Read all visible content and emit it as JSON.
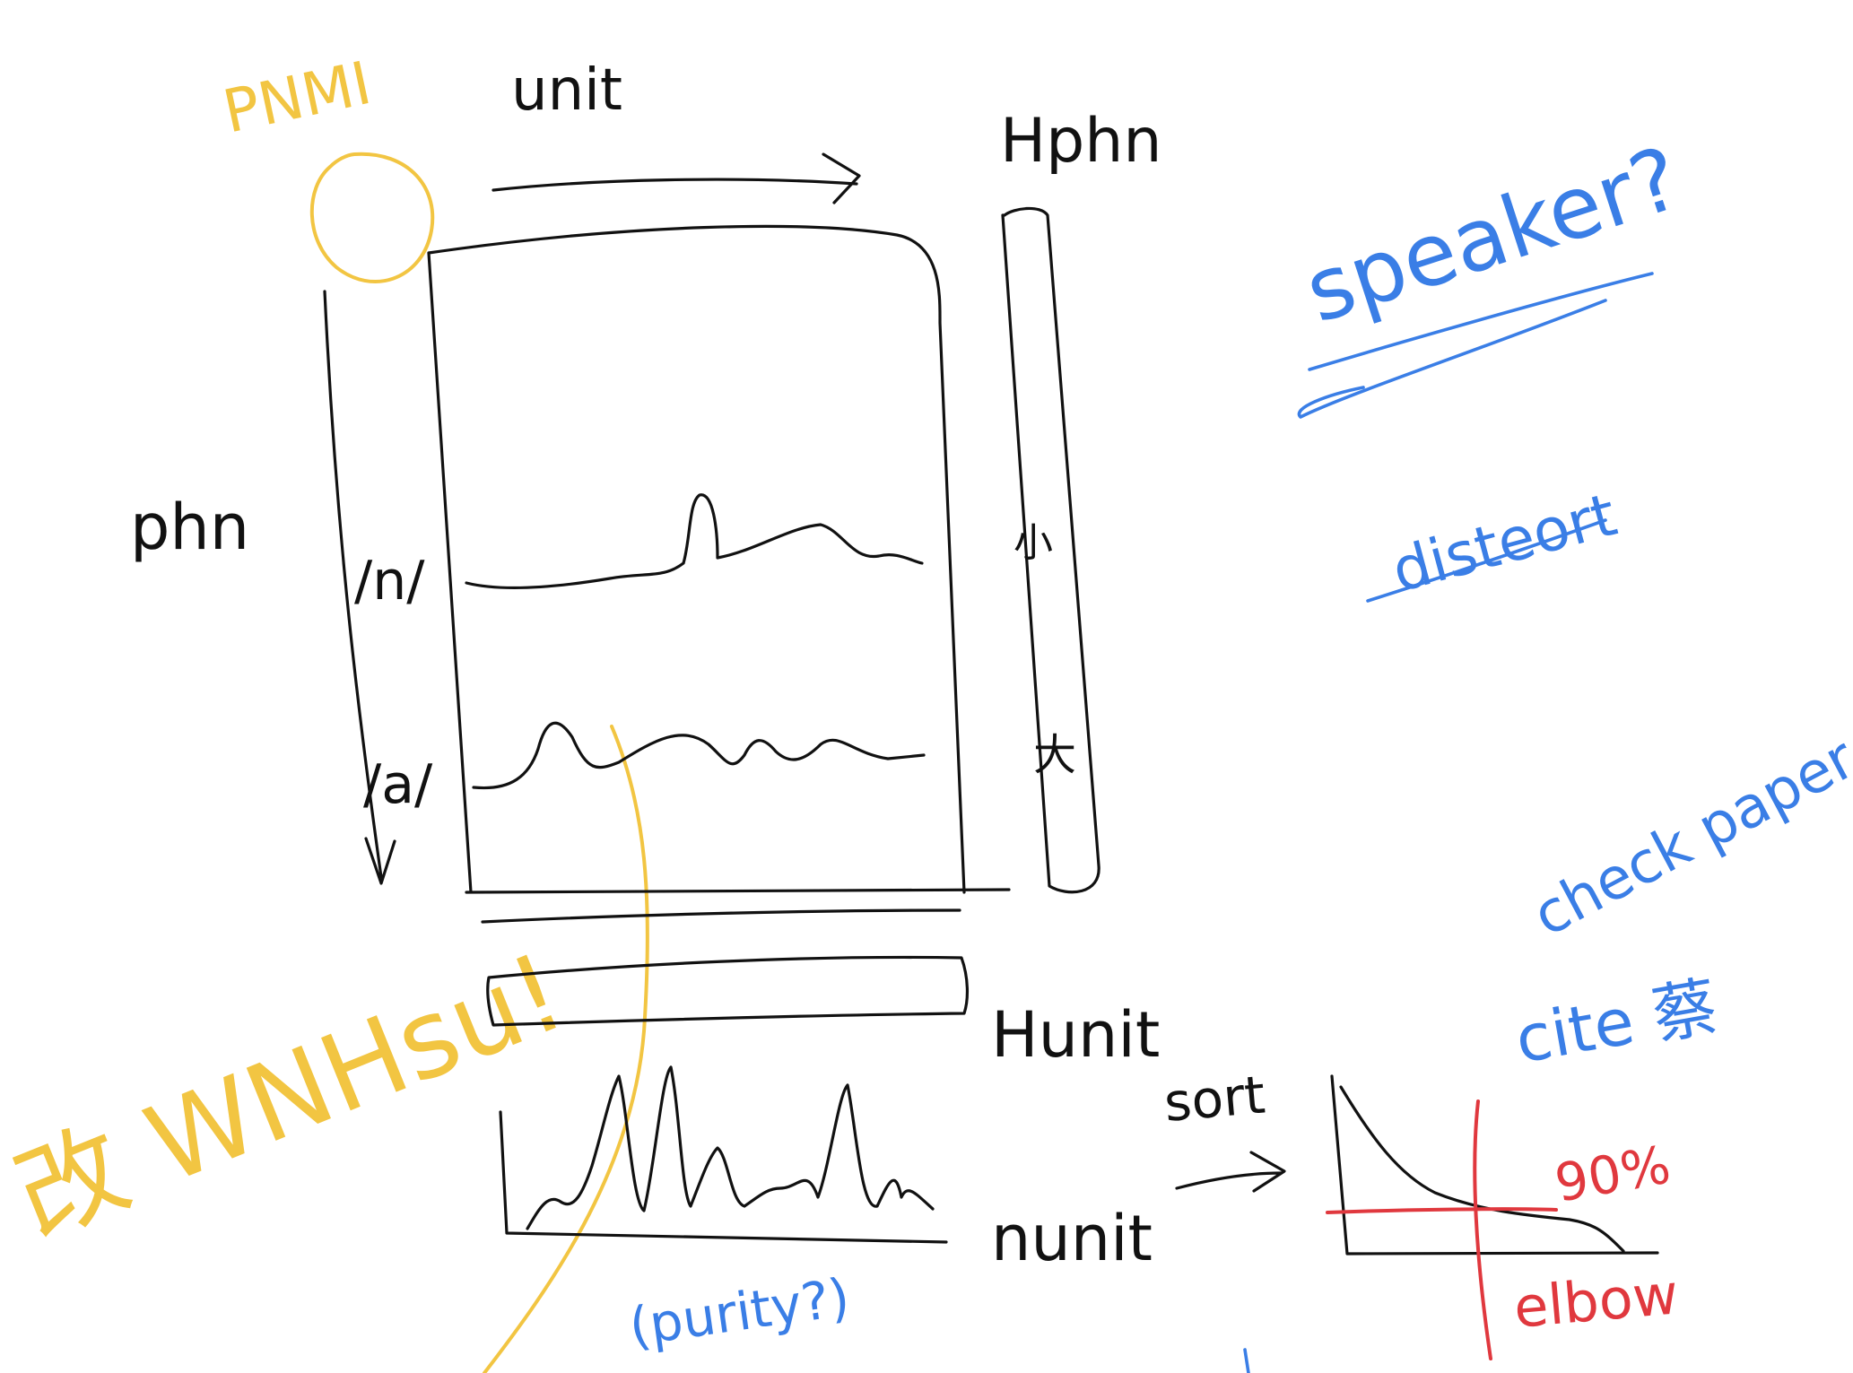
{
  "colors": {
    "black_ink": "#111111",
    "yellow_ink": "#f2c542",
    "blue_ink": "#3a7ee6",
    "red_ink": "#e0383e",
    "background": "#ffffff"
  },
  "labels": {
    "pnmi": "PNMI",
    "unit": "unit",
    "h_phn": "Hphn",
    "phn": "phn",
    "phone_n": "/n/",
    "phone_a": "/a/",
    "cjk_small": "小",
    "cjk_big": "大",
    "h_unit": "Hunit",
    "n_unit": "nunit",
    "sort": "sort",
    "sort_arrow": "→",
    "purity": "(purity?)",
    "elbow": "elbow",
    "percent": "90%",
    "note_gai": "改 WNHsu!",
    "speaker": "speaker?",
    "distort": "disteort",
    "check_paper": "check paper",
    "cite": "cite 蔡"
  },
  "icons": {
    "pnmi_marker": "circle-icon",
    "unit_axis": "arrow-right-icon",
    "phn_axis": "arrow-down-icon"
  }
}
